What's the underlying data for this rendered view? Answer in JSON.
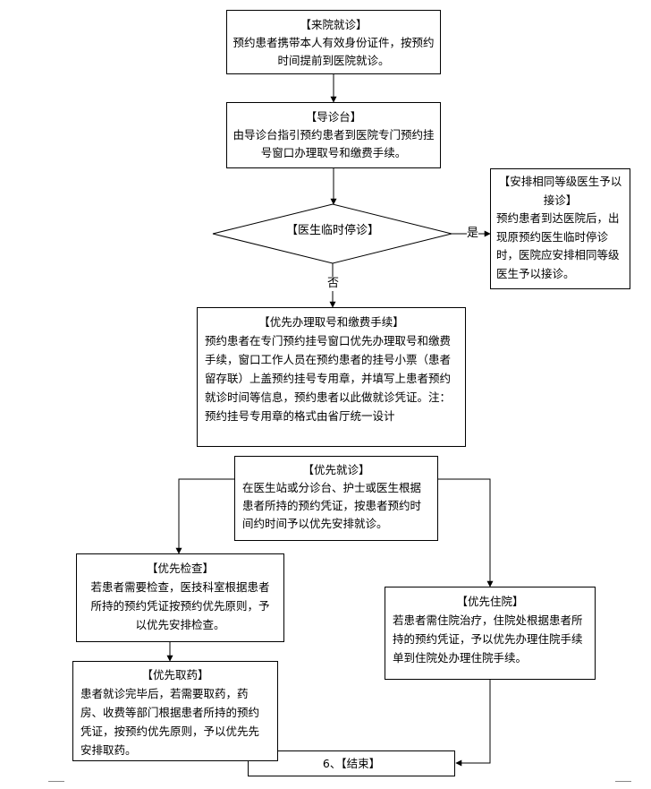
{
  "nodes": {
    "arrival": {
      "title": "【来院就诊】",
      "body": "预约患者携带本人有效身份证件，按预约时间提前到医院就诊。"
    },
    "guide": {
      "title": "【导诊台】",
      "body": "由导诊台指引预约患者到医院专门预约挂号窗口办理取号和缴费手续。"
    },
    "decision": {
      "title": "【医生临时停诊】"
    },
    "substitute": {
      "title": "【安排相同等级医生予以接诊】",
      "body": "预约患者到达医院后，出现原预约医生临时停诊时，医院应安排相同等级医生予以接诊。"
    },
    "priority_register": {
      "title": "【优先办理取号和缴费手续】",
      "body": "预约患者在专门预约挂号窗口优先办理取号和缴费手续，窗口工作人员在预约患者的挂号小票（患者留存联）上盖预约挂号专用章，并填写上患者预约就诊时间等信息，预约患者以此做就诊凭证。注：预约挂号专用章的格式由省厅统一设计"
    },
    "priority_visit": {
      "title": "【优先就诊】",
      "body": "在医生站或分诊台、护士或医生根据患者所持的预约凭证，按患者预约时间约时间予以优先安排就诊。"
    },
    "priority_exam": {
      "title": "【优先检查】",
      "body": "若患者需要检查，医技科室根据患者所持的预约凭证按预约优先原则，予以优先安排检查。"
    },
    "priority_admission": {
      "title": "【优先住院】",
      "body": "若患者需住院治疗，住院处根据患者所持的预约凭证，予以优先办理住院手续单到住院处办理住院手续。"
    },
    "priority_pharmacy": {
      "title": "【优先取药】",
      "body": "患者就诊完毕后，若需要取药，药房、收费等部门根据患者所持的预约凭证，按预约优先原则，予以优先先安排取药。"
    },
    "end": {
      "title": "6、【结束】"
    }
  },
  "edges": {
    "yes": "是",
    "no": "否"
  }
}
